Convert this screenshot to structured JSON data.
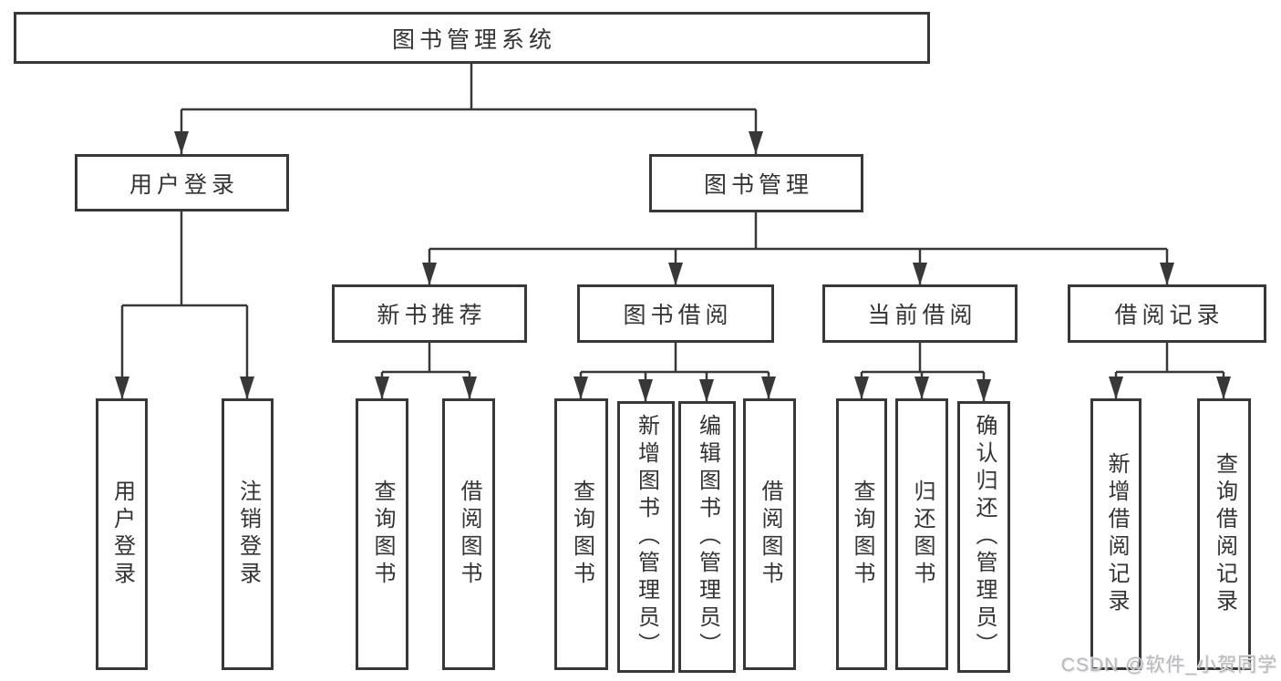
{
  "nodes": {
    "root": "图书管理系统",
    "level2": {
      "user_login": "用户登录",
      "book_management": "图书管理"
    },
    "level3": {
      "new_book_recommend": "新书推荐",
      "book_borrowing": "图书借阅",
      "current_borrowing": "当前借阅",
      "borrowing_records": "借阅记录"
    },
    "leaves": {
      "user_login": [
        "用户登录",
        "注销登录"
      ],
      "new_book_recommend": [
        "查询图书",
        "借阅图书"
      ],
      "book_borrowing": [
        "查询图书",
        "新增图书（管理员）",
        "编辑图书（管理员）",
        "借阅图书"
      ],
      "current_borrowing": [
        "查询图书",
        "归还图书",
        "确认归还（管理员）"
      ],
      "borrowing_records": [
        "新增借阅记录",
        "查询借阅记录"
      ]
    }
  },
  "watermark": "CSDN @软件_小贺同学",
  "colors": {
    "line": "#383838",
    "text": "#333333",
    "box_fill": "#ffffff",
    "watermark": "#b9babd",
    "background": "#ffffff"
  }
}
